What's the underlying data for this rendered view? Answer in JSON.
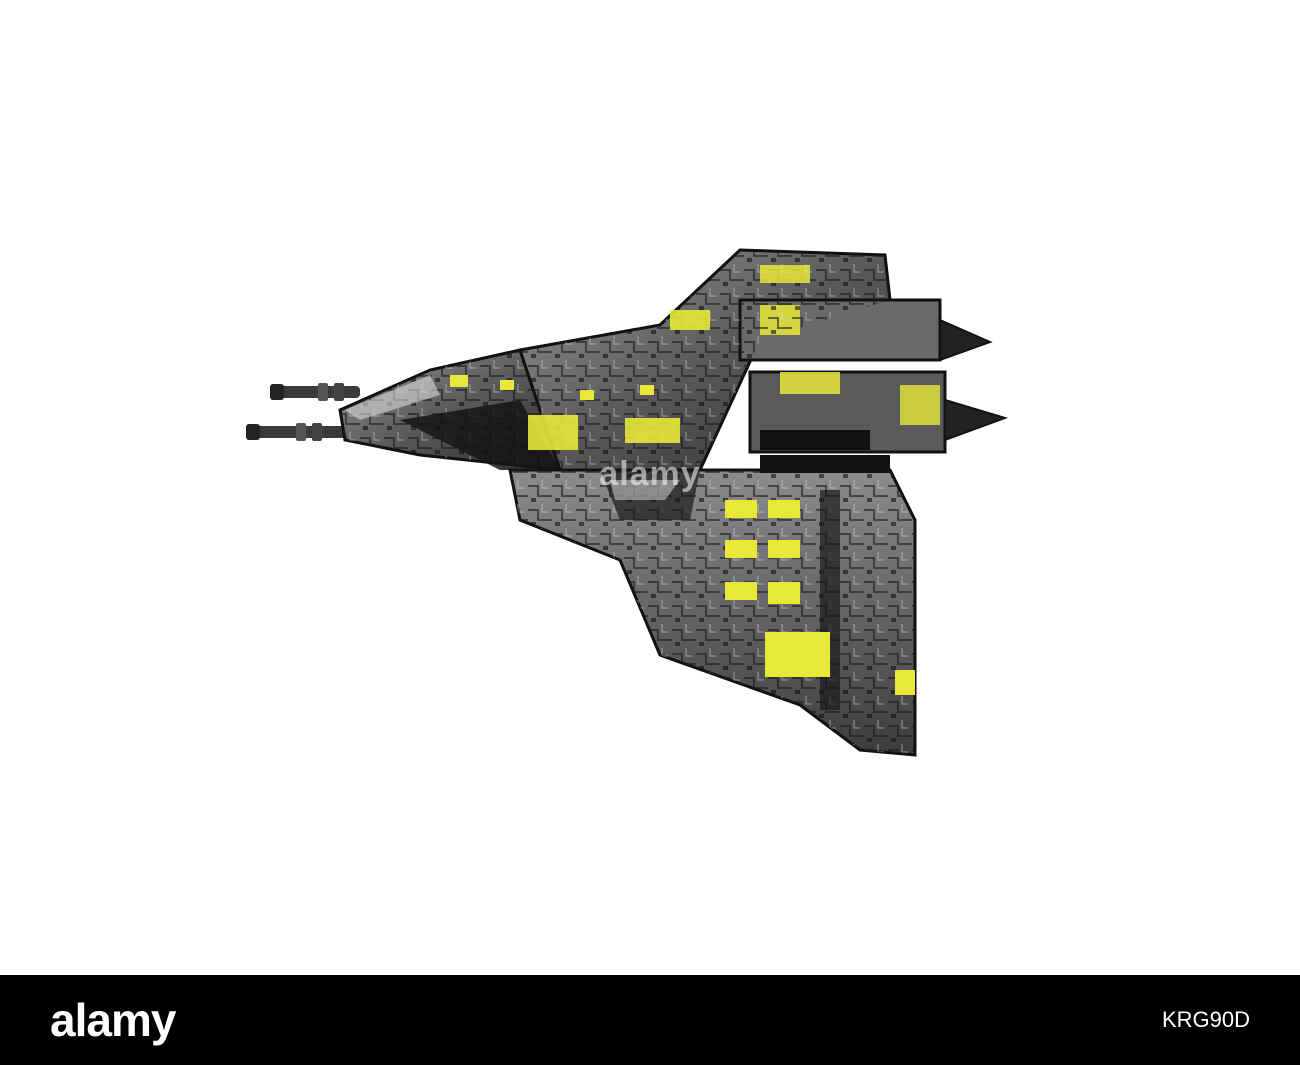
{
  "watermark": {
    "text": "alamy"
  },
  "footer": {
    "logo_text": "alamy",
    "image_id": "KRG90D"
  },
  "colors": {
    "hull_dark": "#1a1a1a",
    "hull_grey": "#7a7a7a",
    "hull_light": "#bfbfbf",
    "panel_yellow": "#e8e83a",
    "footer_bg": "#000000"
  },
  "icons": {
    "subject": "spaceship-icon"
  }
}
